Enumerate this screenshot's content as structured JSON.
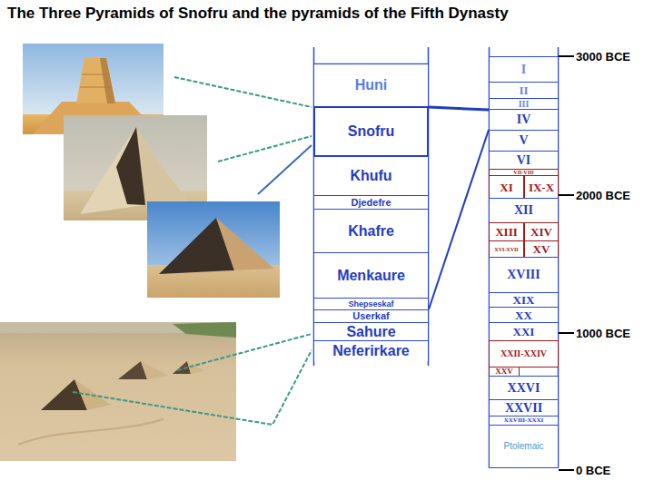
{
  "diagram": {
    "title": "The Three Pyramids of Snofru and the pyramids of the Fifth Dynasty",
    "nodes": [
      {
        "text": [
          "Huni"
        ]
      },
      {
        "text": [
          "Snofru"
        ]
      },
      {
        "text": [
          "Khufu"
        ]
      },
      {
        "text": [
          "Djedefre"
        ]
      },
      {
        "text": [
          "Khafre"
        ]
      },
      {
        "text": [
          "Menkaure"
        ]
      },
      {
        "text": [
          "Shepseskaf"
        ]
      },
      {
        "text": [
          "Userkaf"
        ]
      },
      {
        "text": [
          "Sahure"
        ]
      },
      {
        "text": [
          "Neferirkare"
        ]
      },
      {
        "text": [
          "I"
        ]
      },
      {
        "text": [
          "II"
        ]
      },
      {
        "text": [
          "III"
        ]
      },
      {
        "text": [
          "IV"
        ]
      },
      {
        "text": [
          "V"
        ]
      },
      {
        "text": [
          "VI"
        ]
      },
      {
        "text": [
          "VII-VIII"
        ]
      },
      {
        "text": [
          "XI"
        ]
      },
      {
        "text": [
          "IX-X"
        ]
      },
      {
        "text": [
          "XII"
        ]
      },
      {
        "text": [
          "XIII"
        ]
      },
      {
        "text": [
          "XIV"
        ]
      },
      {
        "text": [
          "XVI-XVII"
        ]
      },
      {
        "text": [
          "XV"
        ]
      },
      {
        "text": [
          "XVIII"
        ]
      },
      {
        "text": [
          "XIX"
        ]
      },
      {
        "text": [
          "XX"
        ]
      },
      {
        "text": [
          "XXI"
        ]
      },
      {
        "text": [
          "XXII-XXIV"
        ]
      },
      {
        "text": [
          "XXV"
        ]
      },
      {
        "text": [
          "XXVI"
        ]
      },
      {
        "text": [
          "XXVII"
        ]
      },
      {
        "text": [
          "XXVIII-XXXI"
        ]
      },
      {
        "text": [
          "Ptolemaic"
        ]
      }
    ],
    "edges": [
      {
        "from": 1,
        "to": 13,
        "arrow": "none"
      },
      {
        "from": 6,
        "to": 13,
        "arrow": "none"
      }
    ],
    "labels": [
      "3000 BCE",
      "2000 BCE",
      "1000 BCE",
      "0 BCE"
    ]
  }
}
